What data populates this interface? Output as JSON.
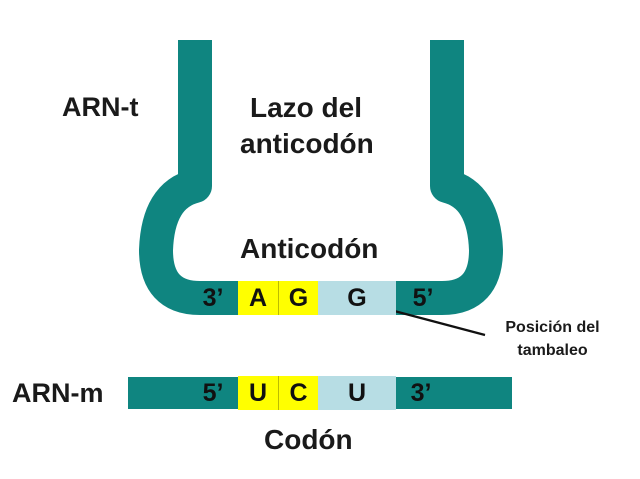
{
  "colors": {
    "strand": "#0f8580",
    "paired_base": "#ffff00",
    "wobble_base": "#b7dde4",
    "text": "#1a1a1a",
    "arrow": "#111111"
  },
  "labels": {
    "trna": "ARN-t",
    "loop_line1": "Lazo del",
    "loop_line2": "anticodón",
    "anticodon": "Anticodón",
    "wobble_line1": "Posición del",
    "wobble_line2": "tambaleo",
    "mrna": "ARN-m",
    "codon": "Codón"
  },
  "trna_strand": {
    "end_left": "3’",
    "end_right": "5’",
    "bases": [
      "A",
      "G",
      "G"
    ]
  },
  "mrna_strand": {
    "end_left": "5’",
    "end_right": "3’",
    "bases": [
      "U",
      "C",
      "U"
    ]
  }
}
